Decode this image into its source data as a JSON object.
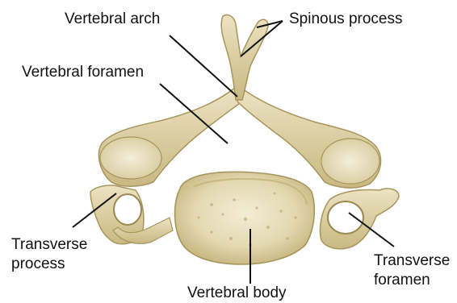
{
  "labels": {
    "vertebral_arch": "Vertebral arch",
    "spinous_process": "Spinous process",
    "vertebral_foramen": "Vertebral foramen",
    "transverse_process_line1": "Transverse",
    "transverse_process_line2": "process",
    "transverse_foramen_line1": "Transverse",
    "transverse_foramen_line2": "foramen",
    "vertebral_body": "Vertebral body"
  },
  "colors": {
    "bone_light": "#f1ead0",
    "bone_mid": "#dcd0a4",
    "bone_dark": "#b9a873",
    "bone_shadow": "#8f7f4e",
    "leader_line": "#111111",
    "text": "#111111",
    "background": "#ffffff"
  },
  "icons": {
    "figure": "cervical-vertebra-superior-view"
  }
}
